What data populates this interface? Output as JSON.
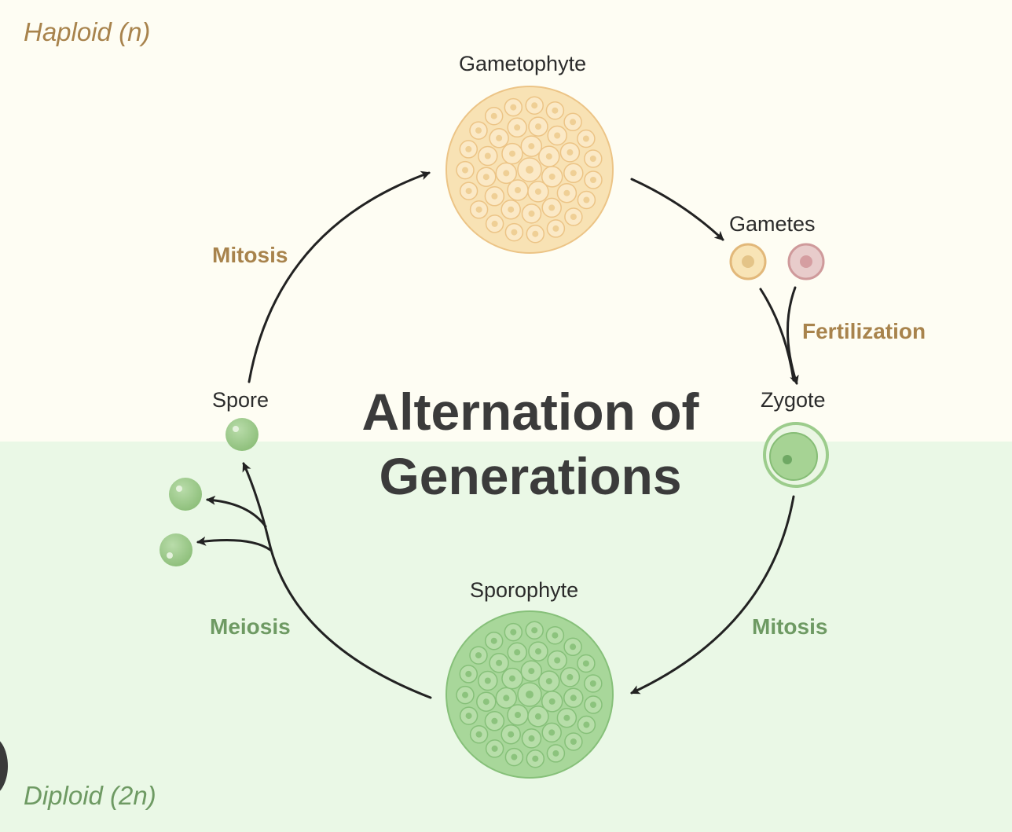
{
  "title_line1": "Alternation of",
  "title_line2": "Generations",
  "zones": {
    "haploid": "Haploid (n)",
    "diploid": "Diploid (2n)"
  },
  "stages": {
    "gametophyte": "Gametophyte",
    "gametes": "Gametes",
    "zygote": "Zygote",
    "sporophyte": "Sporophyte",
    "spore": "Spore"
  },
  "processes": {
    "fertilization": "Fertilization",
    "mitosis_zygote": "Mitosis",
    "meiosis": "Meiosis",
    "mitosis_spore": "Mitosis"
  },
  "colors": {
    "haploid_bg": "#fefdf3",
    "diploid_bg": "#eaf8e6",
    "haploid_text": "#a8834c",
    "diploid_text": "#6e9a63",
    "gametophyte_fill": "#f8e2b4",
    "sporophyte_fill": "#a8d79a",
    "arrow": "#222222"
  }
}
